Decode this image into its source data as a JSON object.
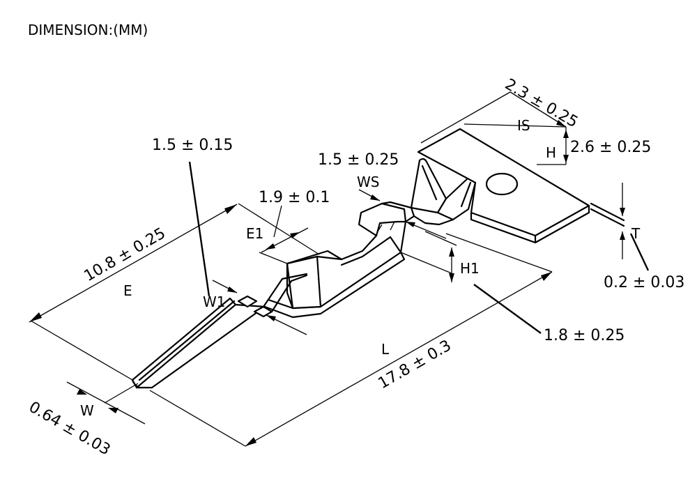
{
  "header": {
    "title": "DIMENSION:(MM)"
  },
  "symbols": {
    "E": "E",
    "E1": "E1",
    "W1": "W1",
    "W": "W",
    "WS": "WS",
    "IS": "IS",
    "H": "H",
    "H1": "H1",
    "L": "L",
    "T": "T"
  },
  "dimensions": {
    "w1_value": "1.5 ± 0.15",
    "ws_value": "1.5 ± 0.25",
    "e1_value": "1.9 ± 0.1",
    "e_value": "10.8 ± 0.25",
    "is_value": "2.3 ± 0.25",
    "h_value": "2.6 ± 0.25",
    "t_value": "0.2 ± 0.03",
    "h1_value": "1.8 ± 0.25",
    "l_value": "17.8 ± 0.3",
    "w_value": "0.64 ± 0.03"
  }
}
